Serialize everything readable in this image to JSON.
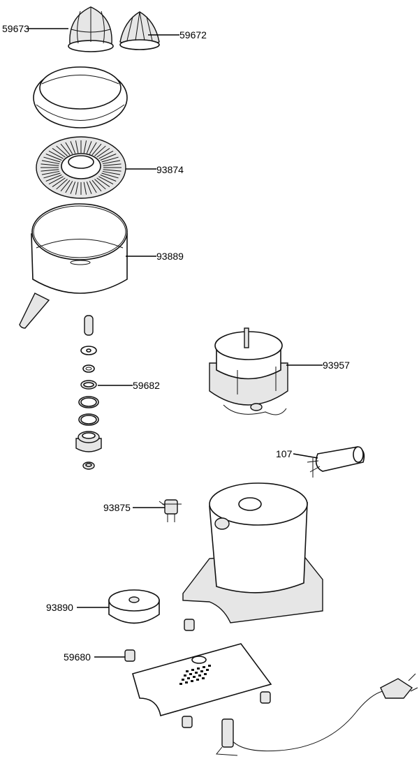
{
  "title": "Juicer exploded parts diagram",
  "parts": {
    "reamer_large": "59673",
    "reamer_small": "59672",
    "strainer": "93874",
    "bowl": "93889",
    "motor": "93957",
    "seal_kit": "59682",
    "capacitor": "107",
    "switch": "93875",
    "weight": "93890",
    "feet": "59680"
  }
}
